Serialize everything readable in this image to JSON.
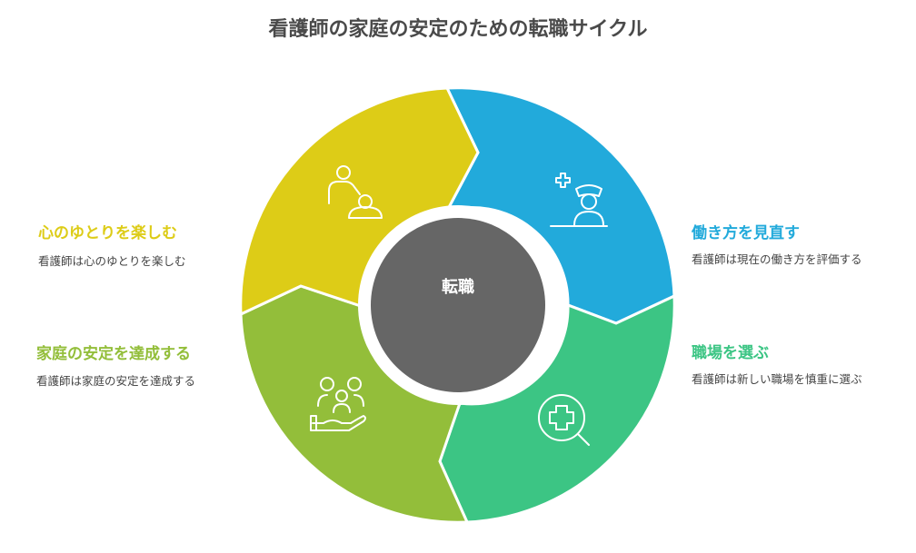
{
  "title": "看護師の家庭の安定のための転職サイクル",
  "center_label": "転職",
  "stages": [
    {
      "heading": "働き方を見直す",
      "description": "看護師は現在の働き方を評価する",
      "color": "#22aadb",
      "icon": "nurse-icon"
    },
    {
      "heading": "職場を選ぶ",
      "description": "看護師は新しい職場を慎重に選ぶ",
      "color": "#3cc584",
      "icon": "medical-search-icon"
    },
    {
      "heading": "家庭の安定を達成する",
      "description": "看護師は家庭の安定を達成する",
      "color": "#93be3a",
      "icon": "family-in-hand-icon"
    },
    {
      "heading": "心のゆとりを楽しむ",
      "description": "看護師は心のゆとりを楽しむ",
      "color": "#ddcc17",
      "icon": "caregiver-icon"
    }
  ],
  "colors": {
    "center": "#666666",
    "heading_blue": "#22aadb",
    "heading_green": "#3cc584",
    "heading_lime": "#93be3a",
    "heading_yellow": "#ddcc17"
  }
}
